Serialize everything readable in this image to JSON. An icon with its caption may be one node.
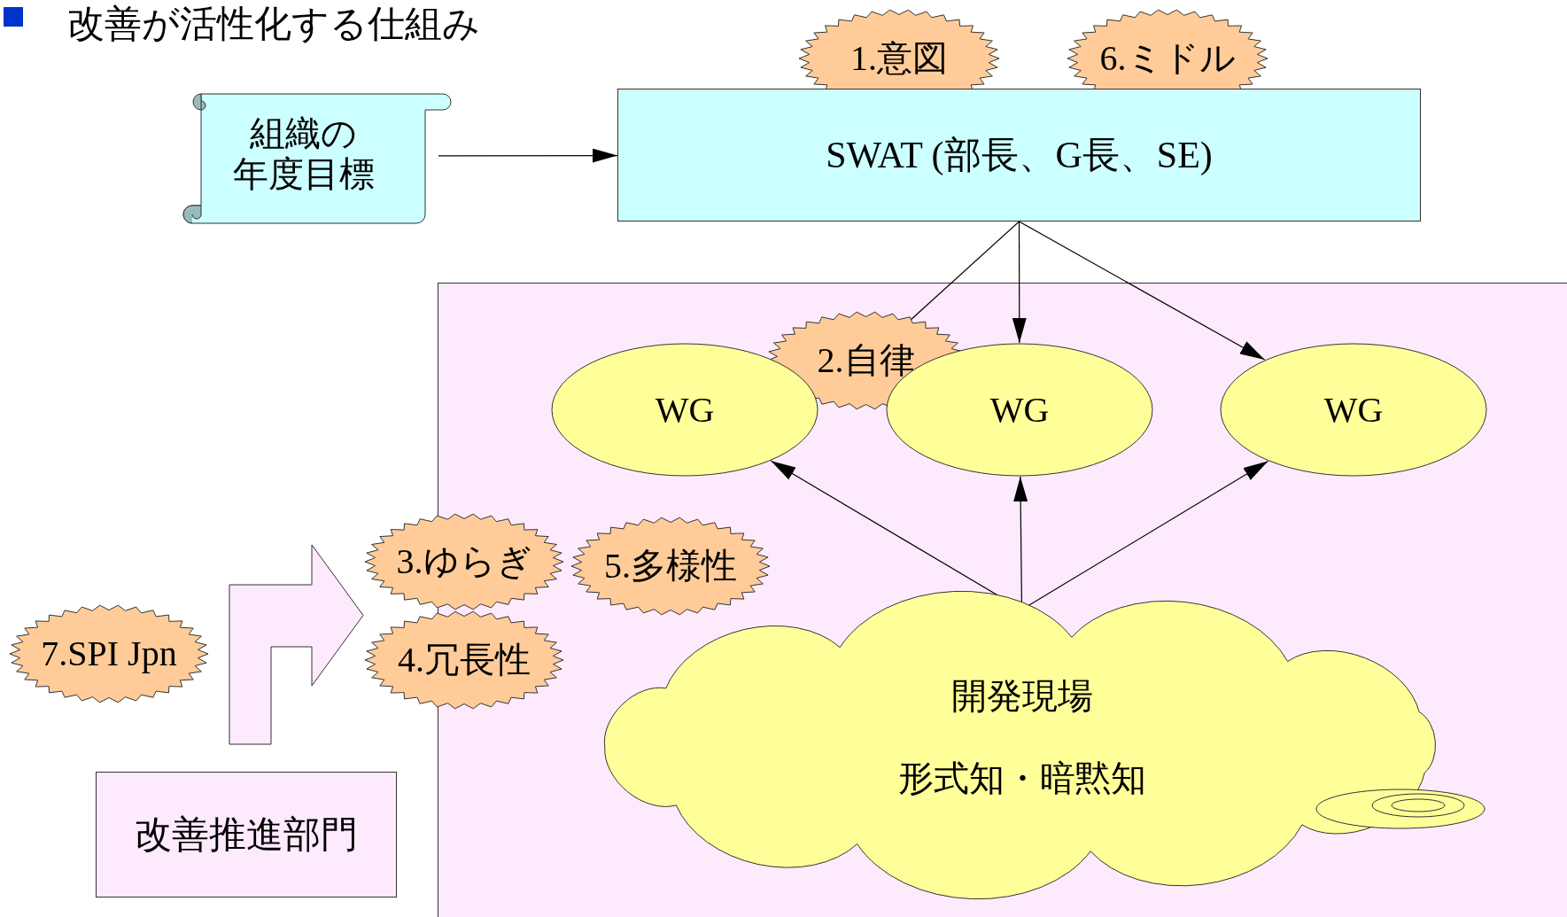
{
  "diagram": {
    "title": "改善が活性化する仕組み",
    "nodes": [
      {
        "text": [
          "1.意図"
        ]
      },
      {
        "text": [
          "6.ミドル"
        ]
      },
      {
        "text": [
          "組織の年度目標"
        ]
      },
      {
        "text": [
          "SWAT (部長、G長、SE)"
        ]
      },
      {
        "text": [],
        "shape": "box"
      },
      {
        "text": [
          "2.自律"
        ],
        "in": 4
      },
      {
        "text": [
          "WG"
        ],
        "in": 4
      },
      {
        "text": [
          "WG"
        ],
        "in": 4
      },
      {
        "text": [
          "WG"
        ],
        "in": 4
      },
      {
        "text": [
          "3.ゆらぎ"
        ]
      },
      {
        "text": [
          "5.多様性"
        ],
        "in": 4
      },
      {
        "text": [
          "4.冗長性"
        ]
      },
      {
        "text": [
          "7.SPI Jpn"
        ]
      },
      {
        "text": [
          "開発現場",
          "形式知・暗黙知"
        ],
        "in": 4
      },
      {
        "text": [
          "改善推進部門"
        ]
      }
    ],
    "edges": [
      {
        "from": 2,
        "to": 3,
        "arrow": "to"
      },
      {
        "from": 3,
        "to": 5,
        "arrow": "none"
      },
      {
        "from": 3,
        "to": 7,
        "arrow": "to"
      },
      {
        "from": 3,
        "to": 8,
        "arrow": "to"
      },
      {
        "from": 13,
        "to": 6,
        "arrow": "to"
      },
      {
        "from": 13,
        "to": 7,
        "arrow": "to"
      },
      {
        "from": 13,
        "to": 8,
        "arrow": "to"
      },
      {
        "from": 14,
        "to": null,
        "arrow": "to",
        "style": "thick"
      }
    ]
  }
}
